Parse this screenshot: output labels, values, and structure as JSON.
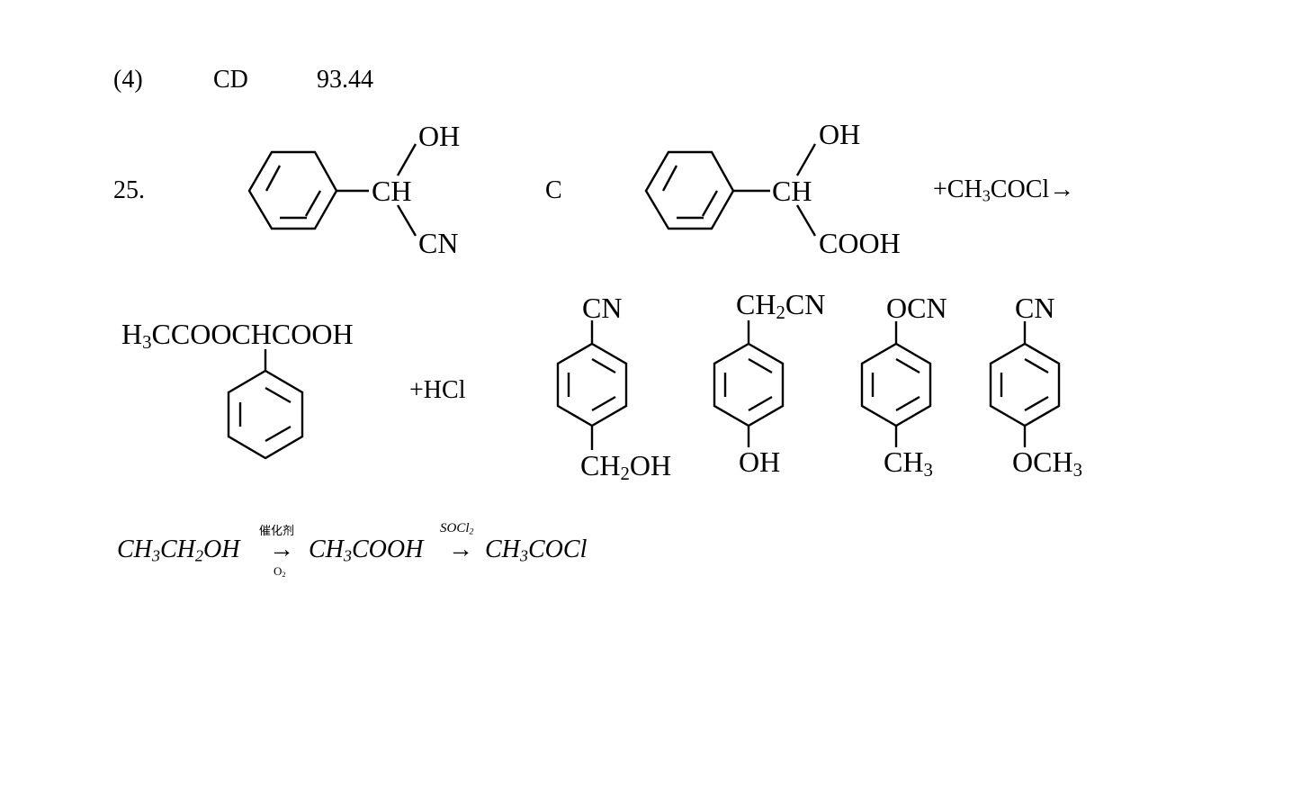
{
  "line4": {
    "number": "(4)",
    "answer": "CD",
    "value": "93.44"
  },
  "q25": {
    "number": "25.",
    "struct_a": {
      "oh": "OH",
      "ch": "CH",
      "cn": "CN"
    },
    "letter_c": "C",
    "struct_b": {
      "oh": "OH",
      "ch": "CH",
      "cooh": "COOH"
    },
    "reagent": {
      "plus": "+",
      "ch": "CH",
      "sub3": "3",
      "cocl": "COCl",
      "arrow": "→"
    },
    "product": {
      "h": "H",
      "sub3": "3",
      "rest": "CCOOCHCOOH"
    },
    "byproduct": "+HCl",
    "isomers": [
      {
        "top": "CN",
        "bottom_main": "CH",
        "bottom_sub": "2",
        "bottom_tail": "OH"
      },
      {
        "top_main": "CH",
        "top_sub": "2",
        "top_tail": "CN",
        "bottom": "OH"
      },
      {
        "top": "OCN",
        "bottom_main": "CH",
        "bottom_sub": "3"
      },
      {
        "top": "CN",
        "bottom_main": "OCH",
        "bottom_sub": "3"
      }
    ]
  },
  "synthesis": {
    "s1_a": "CH",
    "s1_a_sub": "3",
    "s1_b": "CH",
    "s1_b_sub": "2",
    "s1_c": "OH",
    "arrow1_top": "催化剂",
    "arrow1": "→",
    "arrow1_bottom_main": "O",
    "arrow1_bottom_sub": "2",
    "s2_a": "CH",
    "s2_a_sub": "3",
    "s2_b": "COOH",
    "arrow2_top_main": "SOCl",
    "arrow2_top_sub": "2",
    "arrow2": "→",
    "s3_a": "CH",
    "s3_a_sub": "3",
    "s3_b": "COCl"
  }
}
